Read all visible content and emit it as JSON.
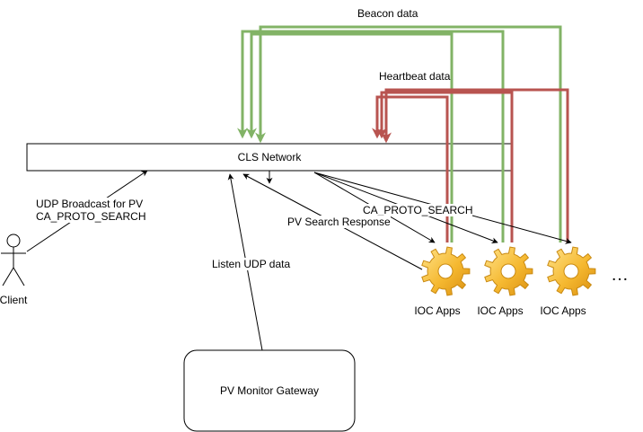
{
  "labels": {
    "beacon": "Beacon  data",
    "heartbeat": "Heartbeat  data",
    "network": "CLS Network",
    "udp_line1": "UDP Broadcast for PV",
    "udp_line2": "CA_PROTO_SEARCH",
    "ca_search": "CA_PROTO_SEARCH",
    "pv_response": "PV Search Response",
    "listen": "Listen UDP data",
    "client": "Client",
    "gateway": "PV Monitor Gateway",
    "ioc_1": "IOC Apps",
    "ioc_2": "IOC Apps",
    "ioc_3": "IOC Apps",
    "ellipsis": "…"
  },
  "colors": {
    "beacon": "#82b366",
    "heartbeat": "#b85450",
    "gear_fill": "#f5b830",
    "gear_stroke": "#c98a12",
    "line": "#000000"
  },
  "icons": {
    "ioc": "gear-icon",
    "client": "stick-figure-icon"
  }
}
